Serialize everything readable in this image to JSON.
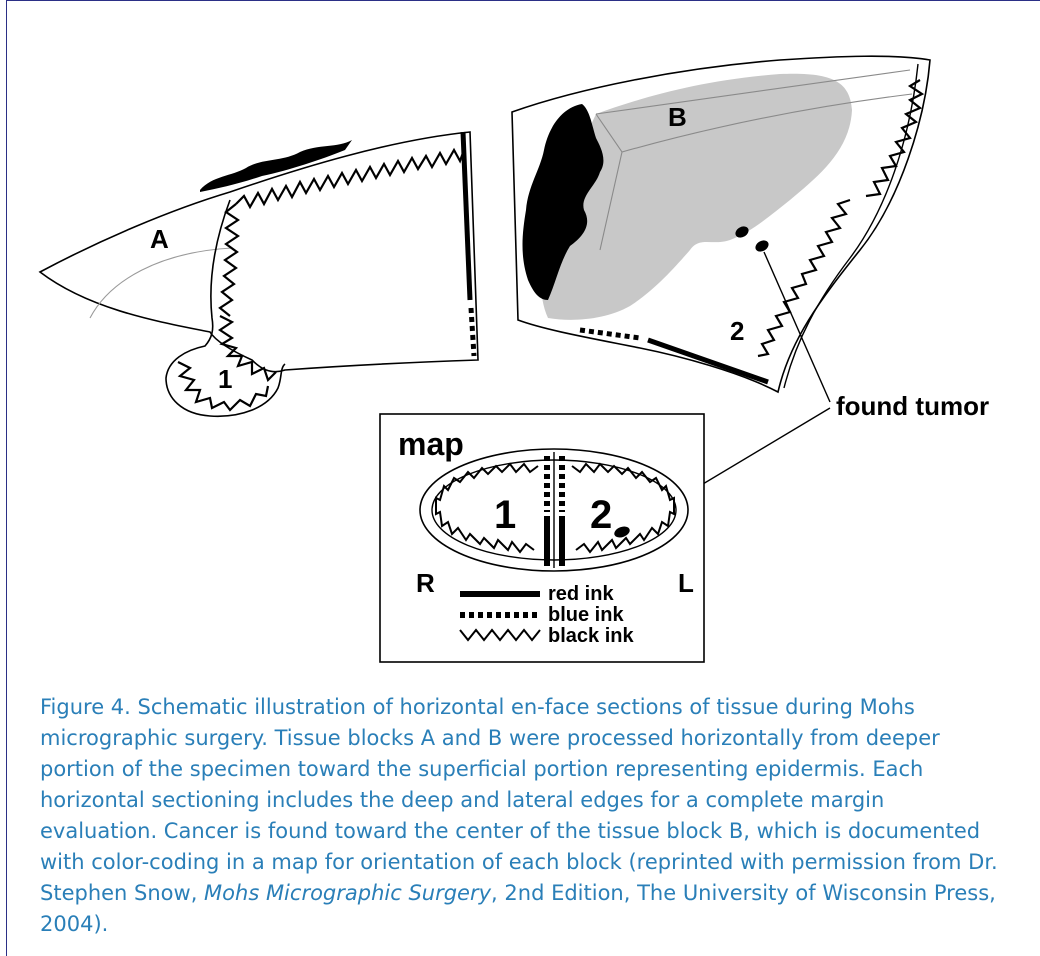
{
  "diagram": {
    "block_a_label": "A",
    "block_b_label": "B",
    "section_1_label": "1",
    "section_2_label": "2",
    "found_tumor_label": "found tumor",
    "map": {
      "title": "map",
      "section_1": "1",
      "section_2": "2",
      "right_label": "R",
      "left_label": "L",
      "legend": [
        {
          "style": "solid",
          "label": "red ink"
        },
        {
          "style": "dashed",
          "label": "blue ink"
        },
        {
          "style": "zigzag",
          "label": "black ink"
        }
      ]
    }
  },
  "caption": {
    "text_before_italic": "Figure 4. Schematic illustration of horizontal en-face sections of tissue during Mohs micrographic surgery. Tissue blocks A and B were processed horizontally from deeper portion of the specimen toward the superficial portion representing epidermis. Each horizontal sectioning includes the deep and lateral edges for a complete margin evaluation. Cancer is found toward the center of the tissue block B, which is documented with color-coding in a map for orientation of each block (reprinted with permission from Dr. Stephen Snow, ",
    "italic_text": "Mohs Micrographic Surgery",
    "text_after_italic": ", 2nd Edition, The University of Wisconsin Press, 2004)."
  },
  "colors": {
    "frame": "#2b2f86",
    "caption": "#2a7fb8",
    "shade": "#c8c8c8"
  }
}
